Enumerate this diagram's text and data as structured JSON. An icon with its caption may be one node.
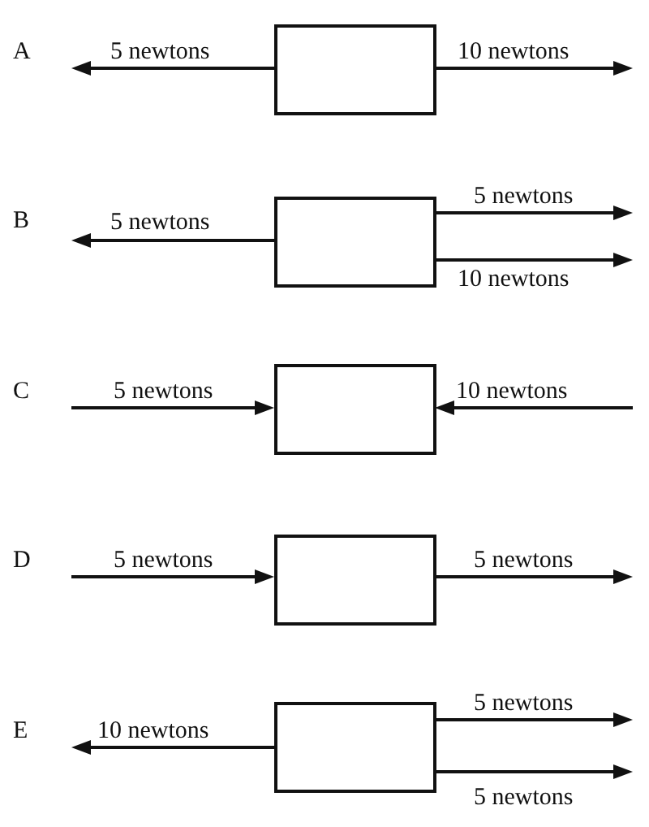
{
  "diagram": {
    "nodes": [
      {
        "text": [],
        "shape": "box"
      },
      {
        "text": [],
        "shape": "box"
      },
      {
        "text": [],
        "shape": "box"
      },
      {
        "text": [],
        "shape": "box"
      },
      {
        "text": [],
        "shape": "box"
      }
    ],
    "labels": [
      "A",
      "5 newtons",
      "10 newtons",
      "B",
      "5 newtons",
      "5 newtons",
      "10 newtons",
      "C",
      "5 newtons",
      "10 newtons",
      "D",
      "5 newtons",
      "5 newtons",
      "E",
      "10 newtons",
      "5 newtons",
      "5 newtons"
    ]
  }
}
